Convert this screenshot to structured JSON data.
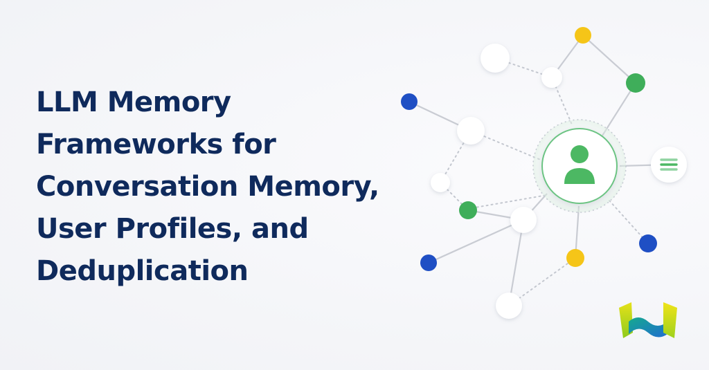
{
  "title": {
    "lines": [
      "LLM Memory",
      "Frameworks for",
      "Conversation Memory,",
      "User Profiles, and",
      "Deduplication"
    ]
  },
  "graphic": {
    "center_icon": "user-avatar-icon",
    "side_icon": "menu-lines-icon",
    "logo": "w-brand-logo"
  },
  "colors": {
    "title": "#0f2a5c",
    "blue_node": "#1f4fc4",
    "green_node": "#3fae5a",
    "yellow_node": "#f5c518",
    "white_node": "#ffffff",
    "edge": "#c9ccd3",
    "accent_green": "#4cb863"
  }
}
